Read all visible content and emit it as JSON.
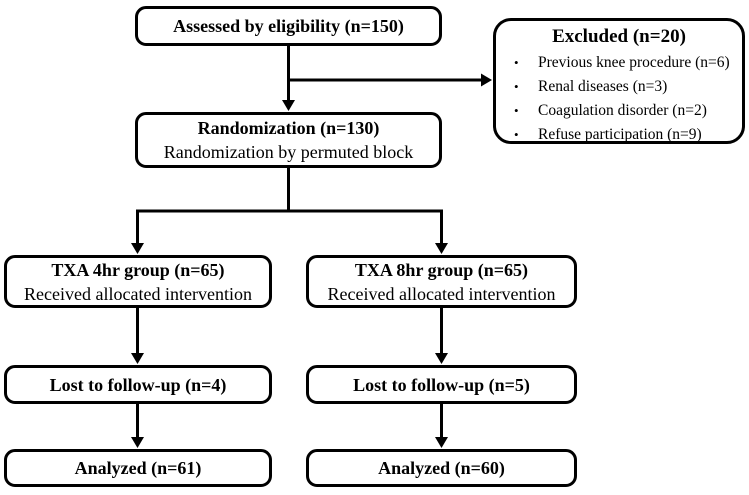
{
  "figure": {
    "background_color": "#ffffff",
    "line_color": "#000000",
    "boxes": {
      "assessed": {
        "title": "Assessed by eligibility (n=150)"
      },
      "excluded": {
        "title": "Excluded (n=20)",
        "bullet_char": "•",
        "items": [
          "Previous knee procedure (n=6)",
          "Renal diseases (n=3)",
          "Coagulation disorder (n=2)",
          "Refuse participation (n=9)"
        ]
      },
      "randomization": {
        "title": "Randomization (n=130)",
        "subtitle": "Randomization by permuted block"
      },
      "txa4": {
        "title": "TXA 4hr group (n=65)",
        "subtitle": "Received allocated intervention"
      },
      "txa8": {
        "title": "TXA 8hr group (n=65)",
        "subtitle": "Received allocated intervention"
      },
      "lost4": {
        "title": "Lost to follow-up (n=4)"
      },
      "lost8": {
        "title": "Lost to follow-up (n=5)"
      },
      "analyzed4": {
        "title": "Analyzed (n=61)"
      },
      "analyzed8": {
        "title": "Analyzed (n=60)"
      }
    }
  }
}
